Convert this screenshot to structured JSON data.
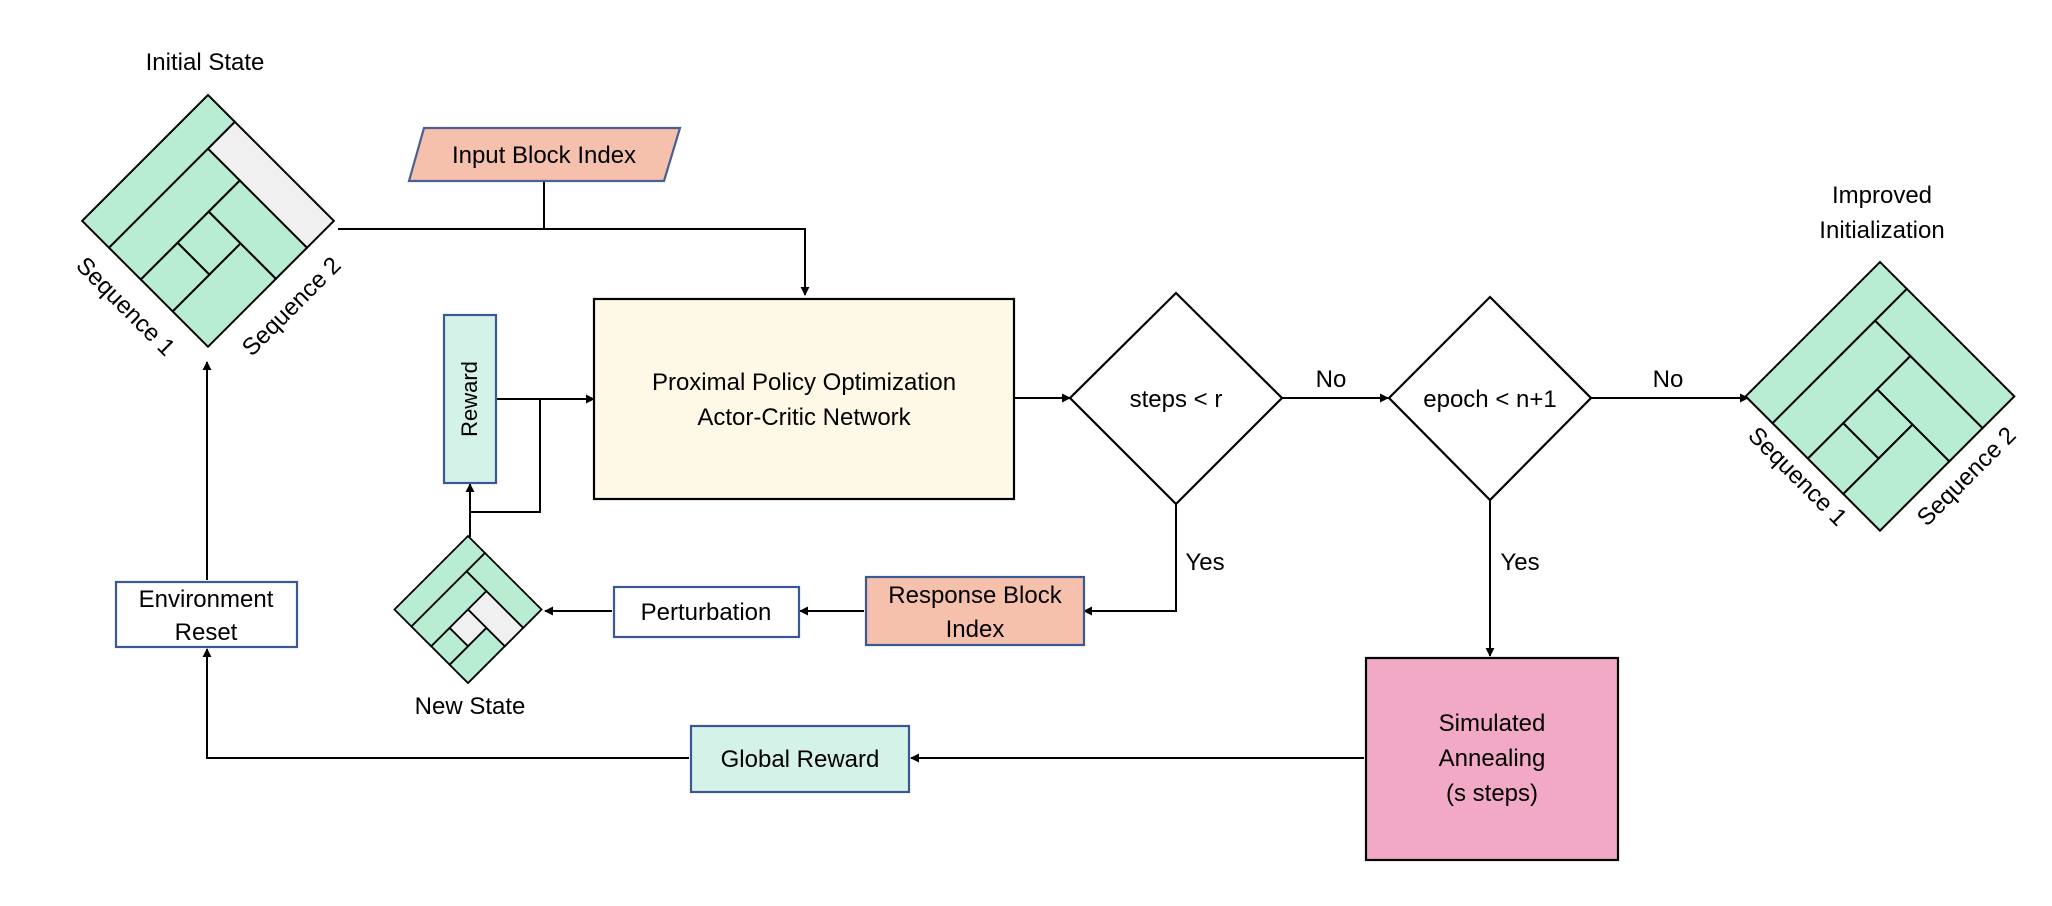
{
  "labels": {
    "initial_state": "Initial State",
    "improved_initialization_line1": "Improved",
    "improved_initialization_line2": "Initialization",
    "input_block_index": "Input Block Index",
    "reward": "Reward",
    "ppo_line1": "Proximal Policy Optimization",
    "ppo_line2": "Actor-Critic Network",
    "steps_condition": "steps < r",
    "epoch_condition": "epoch < n+1",
    "no_1": "No",
    "no_2": "No",
    "yes_1": "Yes",
    "yes_2": "Yes",
    "response_block_index_line1": "Response Block",
    "response_block_index_line2": "Index",
    "perturbation": "Perturbation",
    "new_state": "New State",
    "environment_reset_line1": "Environment",
    "environment_reset_line2": "Reset",
    "simulated_annealing_line1": "Simulated",
    "simulated_annealing_line2": "Annealing",
    "simulated_annealing_line3": "(s steps)",
    "global_reward": "Global Reward",
    "sequence_1_initial": "Sequence 1",
    "sequence_2_initial": "Sequence 2",
    "sequence_1_improved": "Sequence 1",
    "sequence_2_improved": "Sequence 2"
  },
  "colors": {
    "grid_green": "#B8EDD3",
    "grid_gray": "#F0F0F0",
    "salmon": "#F5C1AC",
    "salmon_border": "#4A5F95",
    "mint": "#D5F2E9",
    "cream": "#FEF8E6",
    "pink": "#F1A9C6",
    "blue_border": "#3A5894"
  }
}
